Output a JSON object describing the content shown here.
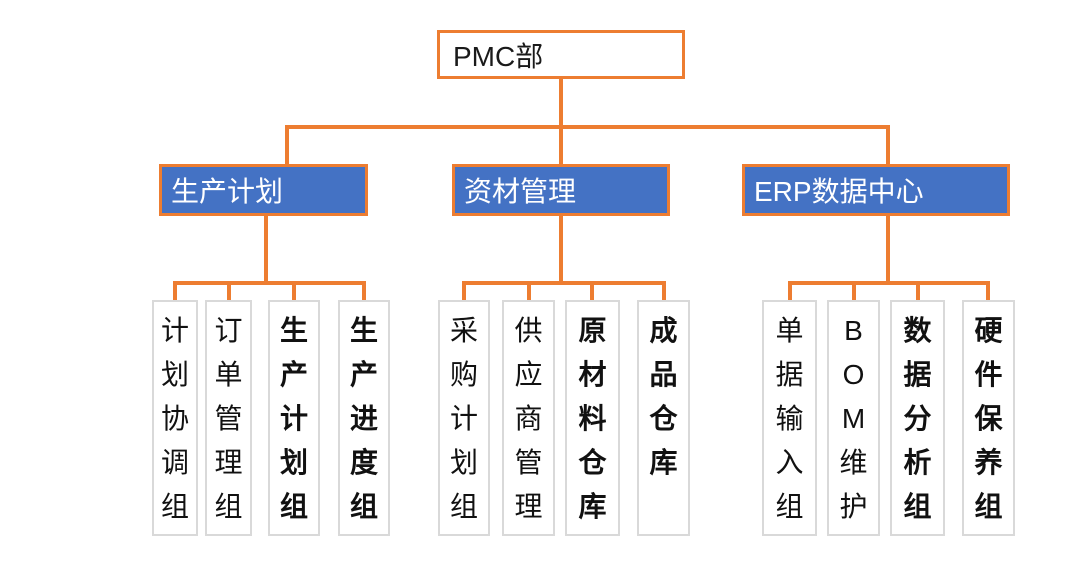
{
  "colors": {
    "connector_orange": "#ED7D31",
    "branch_fill_blue": "#4472C4",
    "branch_text": "#FFFFFF",
    "root_text": "#1A1A1A",
    "leaf_border_gray": "#D9D9D9",
    "leaf_text": "#111111",
    "background": "#FFFFFF"
  },
  "org": {
    "root": {
      "label": "PMC部"
    },
    "branches": [
      {
        "label": "生产计划",
        "children": [
          {
            "label": "计划协调组",
            "bold": false
          },
          {
            "label": "订单管理组",
            "bold": false
          },
          {
            "label": "生产计划组",
            "bold": true
          },
          {
            "label": "生产进度组",
            "bold": true
          }
        ]
      },
      {
        "label": "资材管理",
        "children": [
          {
            "label": "采购计划组",
            "bold": false
          },
          {
            "label": "供应商管理",
            "bold": false
          },
          {
            "label": "原材料仓库",
            "bold": true
          },
          {
            "label": "成品仓库",
            "bold": true
          }
        ]
      },
      {
        "label": "ERP数据中心",
        "children": [
          {
            "label": "单据输入组",
            "bold": false
          },
          {
            "label": "BOM维护",
            "bold": false
          },
          {
            "label": "数据分析组",
            "bold": true
          },
          {
            "label": "硬件保养组",
            "bold": true
          }
        ]
      }
    ]
  }
}
